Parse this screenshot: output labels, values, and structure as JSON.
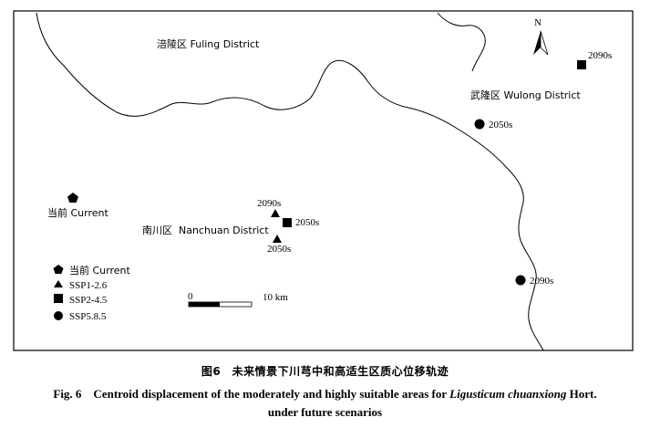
{
  "districts": {
    "fuling": "涪陵区 Fuling District",
    "wulong": "武隆区 Wulong District",
    "nanchuan": "南川区  Nanchuan District"
  },
  "north_arrow": {
    "label": "N",
    "icon": "north-arrow-icon"
  },
  "points": [
    {
      "id": "current",
      "label": "当前 Current",
      "symbol": "pentagon-icon"
    },
    {
      "id": "ssp126-2050s",
      "label": "2050s",
      "symbol": "triangle-icon"
    },
    {
      "id": "ssp126-2090s",
      "label": "2090s",
      "symbol": "triangle-icon"
    },
    {
      "id": "ssp245-2050s",
      "label": "2050s",
      "symbol": "square-icon"
    },
    {
      "id": "ssp245-2090s",
      "label": "2090s",
      "symbol": "square-icon"
    },
    {
      "id": "ssp585-2050s",
      "label": "2050s",
      "symbol": "circle-icon"
    },
    {
      "id": "ssp585-2090s",
      "label": "2090s",
      "symbol": "circle-icon"
    }
  ],
  "legend": [
    {
      "label": "当前 Current",
      "symbol": "pentagon-icon"
    },
    {
      "label": "SSP1-2.6",
      "symbol": "triangle-icon"
    },
    {
      "label": "SSP2-4.5",
      "symbol": "square-icon"
    },
    {
      "label": "SSP5.8.5",
      "symbol": "circle-icon"
    }
  ],
  "scale_bar": {
    "start": "0",
    "end": "10 km"
  },
  "caption": {
    "cn": "图6　未来情景下川芎中和高适生区质心位移轨迹",
    "en_prefix": "Fig. 6　Centroid displacement of the moderately and highly suitable areas for ",
    "en_species": "Ligusticum chuanxiong",
    "en_suffix": " Hort.",
    "en_line2": "under future scenarios"
  }
}
